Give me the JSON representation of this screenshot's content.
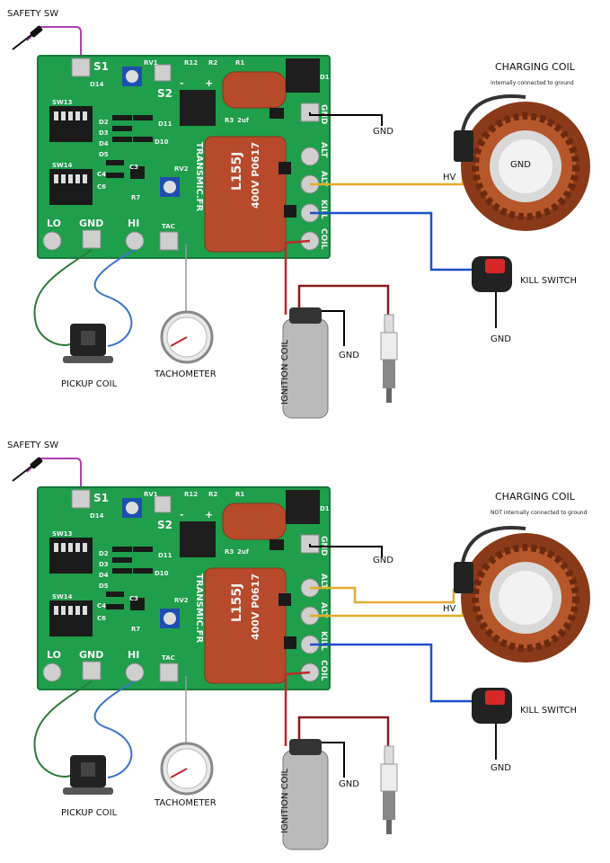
{
  "colors": {
    "pcb": "#1f9e4b",
    "wire_gnd": "#000000",
    "wire_hv": "#e2ad2b",
    "wire_kill": "#1f4fc9",
    "wire_hot": "#c1272d",
    "wire_safety": "#b040b0",
    "wire_pickup_green": "#2d7a3a",
    "wire_pickup_blue": "#3b74c8"
  },
  "pcb_labels": {
    "s1": "S1",
    "s2": "S2",
    "rv1": "RV1",
    "rv2": "RV2",
    "r12": "R12",
    "r2": "R2",
    "r1": "R1",
    "r3": "R3",
    "r7": "R7",
    "d1": "D1",
    "d2": "D2",
    "d3": "D3",
    "d4": "D4",
    "d5": "D5",
    "d10": "D10",
    "d11": "D11",
    "d14": "D14",
    "c3": "C3",
    "c4": "C4",
    "c6": "C6",
    "sw13": "SW13",
    "sw14": "SW14",
    "lo": "LO",
    "gnd": "GND",
    "hi": "HI",
    "tac": "TAC",
    "brand": "TRANSMIC.FR",
    "cap_line1": "L155J",
    "cap_line2": "400V P0617",
    "term_gnd": "GND",
    "term_alt1": "ALT",
    "term_alt2": "ALT",
    "term_kill": "KILL",
    "term_coil": "COIL",
    "plus": "+",
    "minus": "-",
    "cap_small": "2uf"
  },
  "panels": [
    {
      "safety_sw": "SAFETY SW",
      "charging_coil": "CHARGING COIL",
      "coil_note": "internally connected to ground",
      "coil_center_gnd": "GND",
      "hv": "HV",
      "gnd_top": "GND",
      "kill_switch": "KILL SWITCH",
      "kill_gnd": "GND",
      "ignition_coil": "IGNITION COIL",
      "ign_gnd": "GND",
      "pickup_coil": "PICKUP COIL",
      "tachometer": "TACHOMETER"
    },
    {
      "safety_sw": "SAFETY SW",
      "charging_coil": "CHARGING COIL",
      "coil_note": "NOT internally connected to ground",
      "hv": "HV",
      "gnd_top": "GND",
      "kill_switch": "KILL SWITCH",
      "kill_gnd": "GND",
      "ignition_coil": "IGNITION COIL",
      "ign_gnd": "GND",
      "pickup_coil": "PICKUP COIL",
      "tachometer": "TACHOMETER"
    }
  ]
}
